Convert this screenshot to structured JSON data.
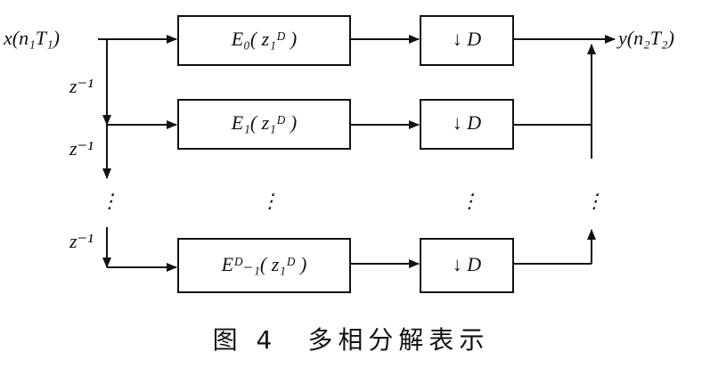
{
  "input_label": "x(n₁T₁)",
  "output_label": "y(n₂T₂)",
  "delay_label": "z⁻¹",
  "filters": [
    {
      "label": "E₀( z₁ᴰ )"
    },
    {
      "label": "E₁( z₁ᴰ )"
    },
    {
      "label": "Eᴰ₋₁( z₁ᴰ )"
    }
  ],
  "downsampler_label": "↓ D",
  "ellipsis": "⋮",
  "caption": "图 4　多相分解表示"
}
